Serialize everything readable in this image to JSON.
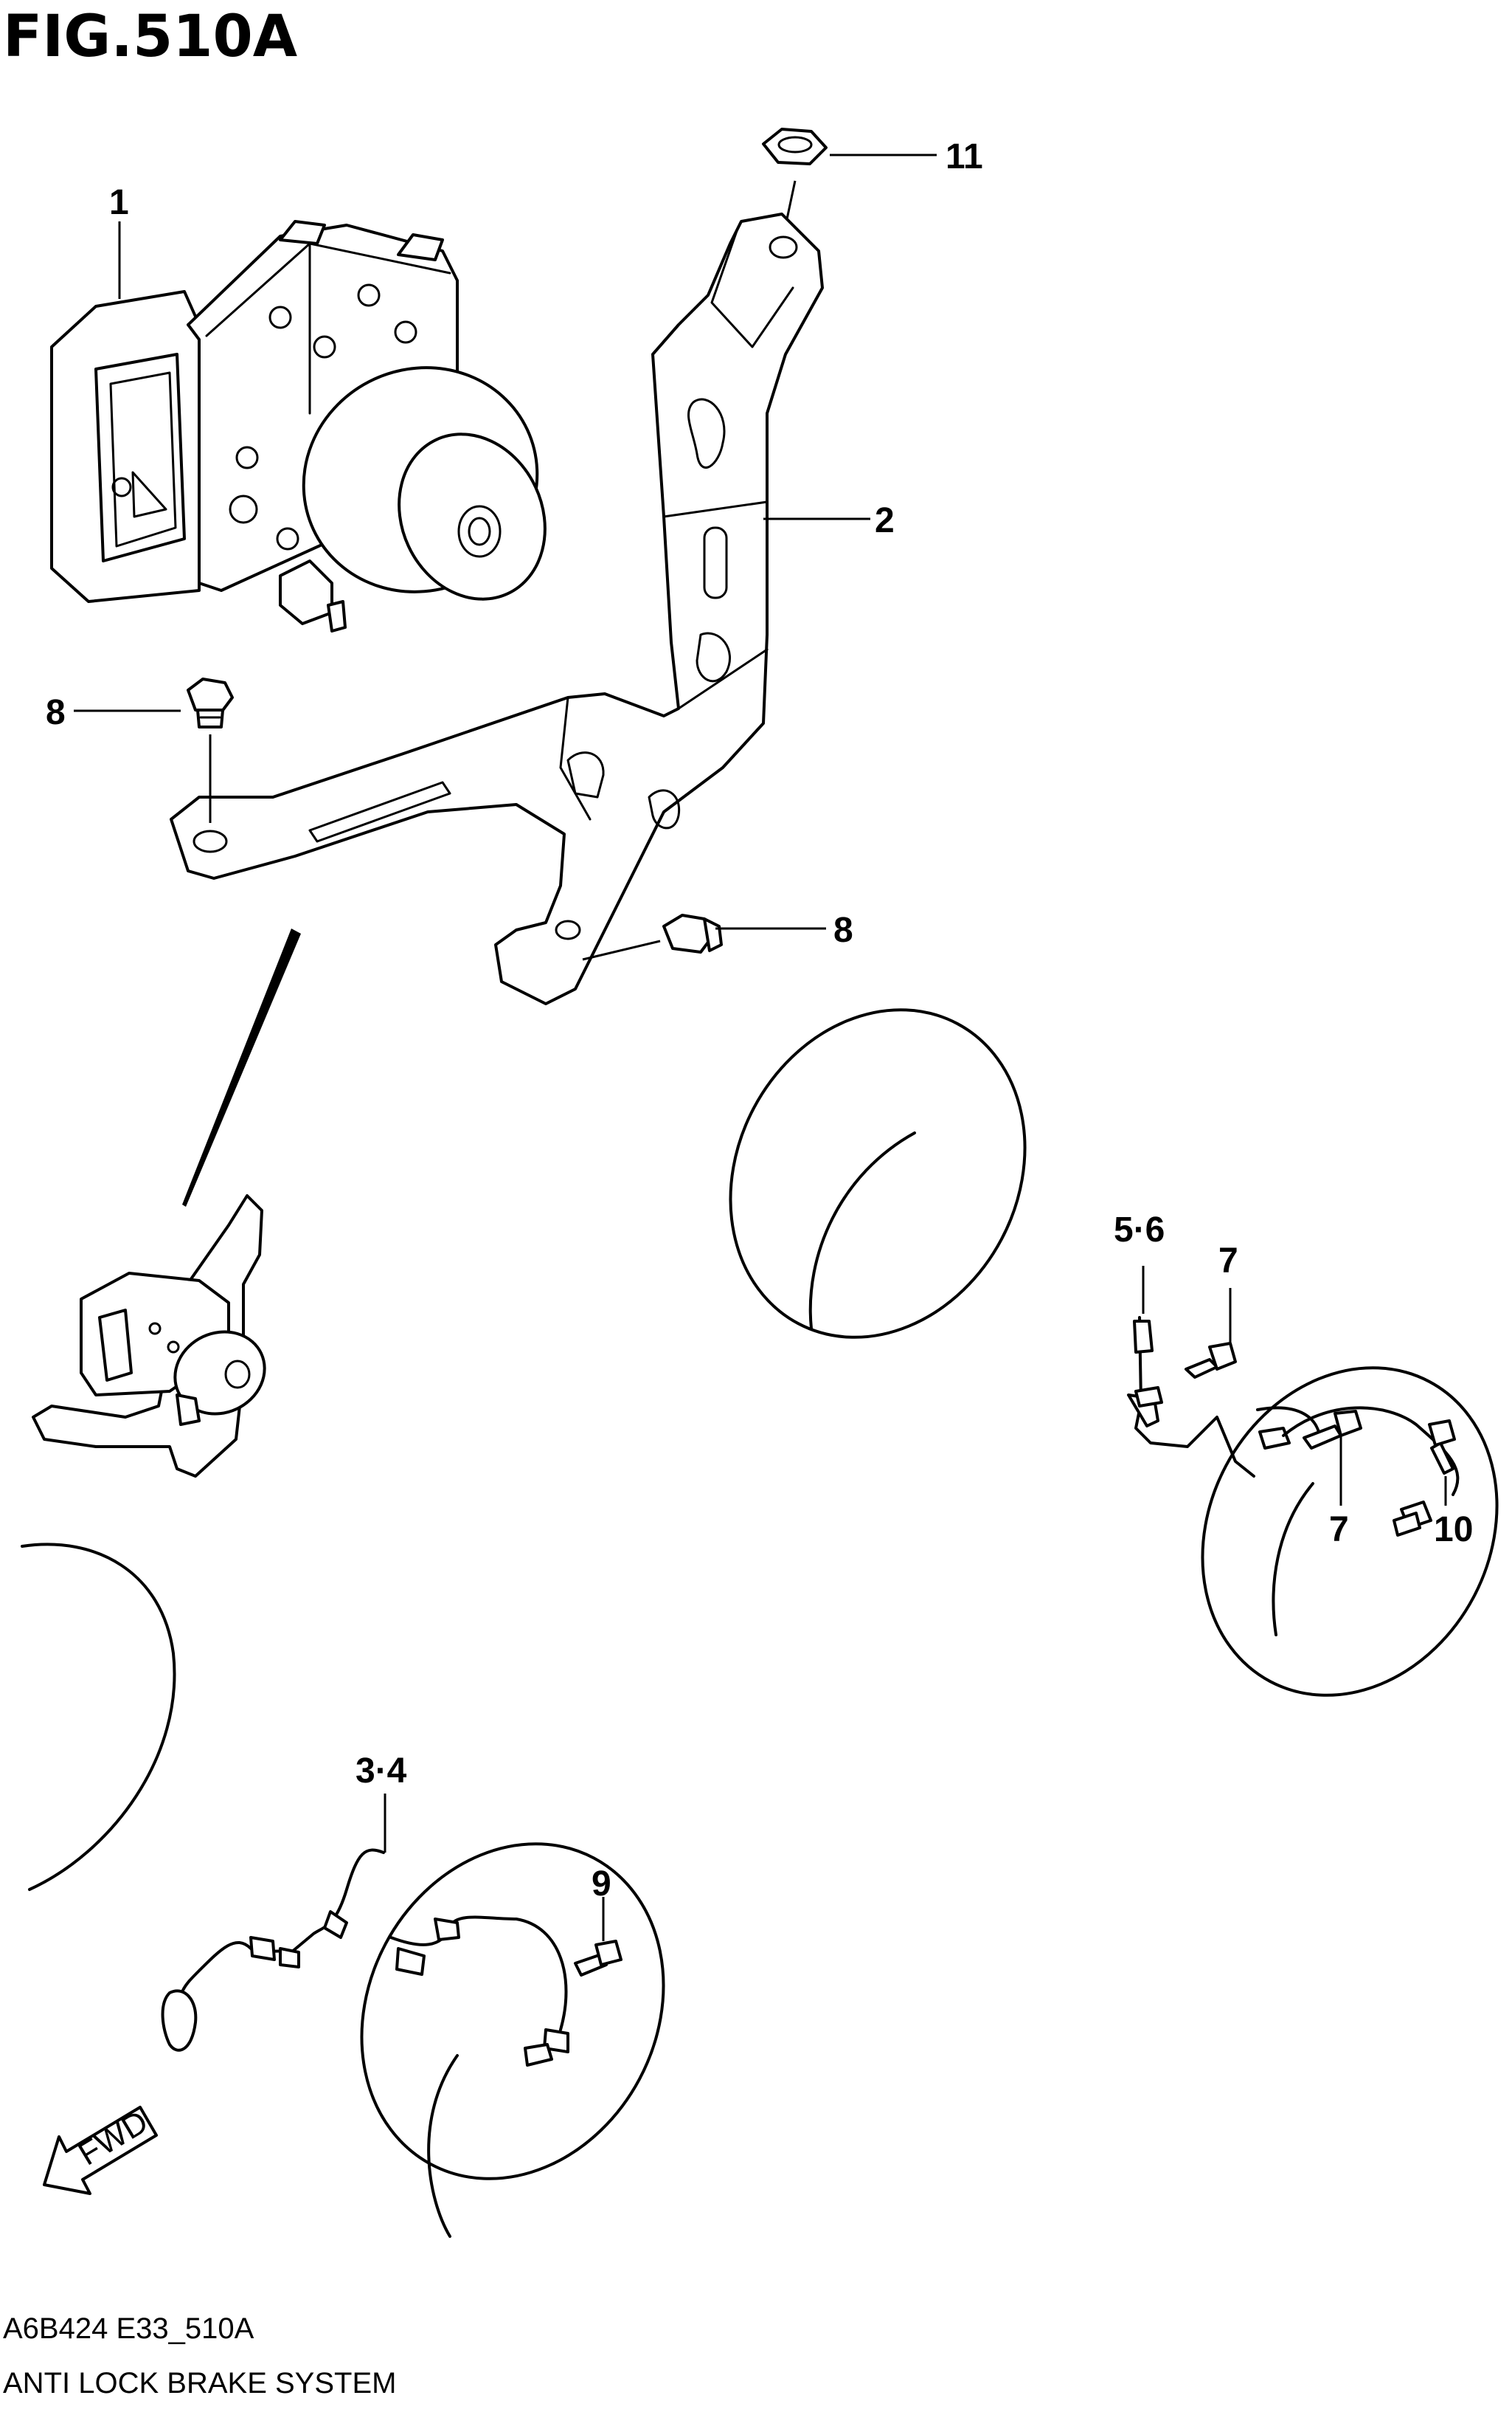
{
  "figure": {
    "title": "FIG.510A"
  },
  "callouts": {
    "c1": "1",
    "c2": "2",
    "c11": "11",
    "c8a": "8",
    "c8b": "8",
    "c56": "5·6",
    "c7a": "7",
    "c7b": "7",
    "c10": "10",
    "c34": "3·4",
    "c9": "9"
  },
  "fwd_label": "FWD",
  "footer": {
    "code": "A6B424 E33_510A",
    "name": "ANTI LOCK BRAKE SYSTEM"
  }
}
